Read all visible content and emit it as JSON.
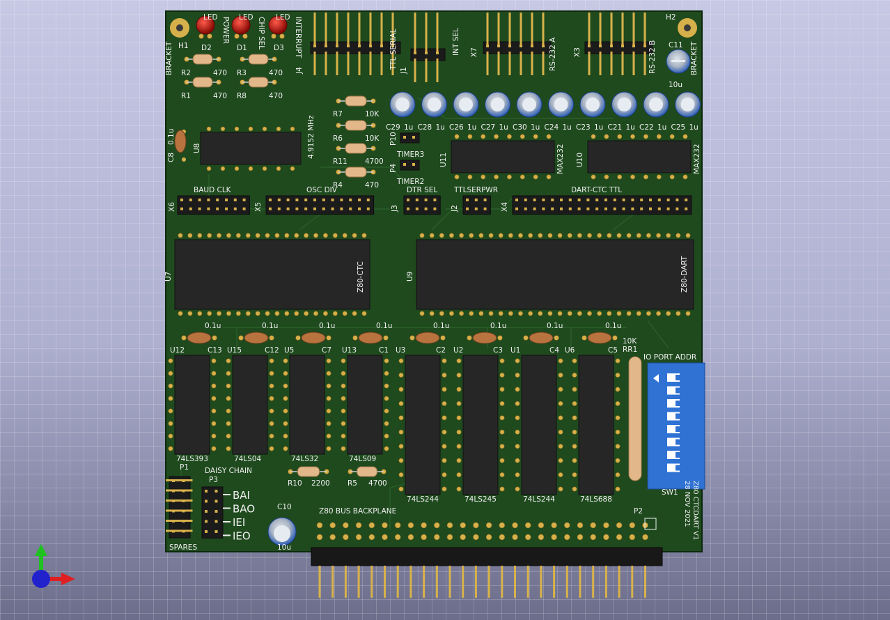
{
  "board": {
    "title": "Z80 CTCDART V1",
    "date": "28 NOV 2021",
    "bus_label": "Z80 BUS BACKPLANE",
    "colors": {
      "mask": "#1f4a1e",
      "silk": "#f0f0f0",
      "copper": "#d6b04a",
      "ic": "#262626",
      "dip": "#2f72d4"
    }
  },
  "leds": [
    {
      "ref": "D2",
      "label": "POWER",
      "kind": "LED"
    },
    {
      "ref": "D1",
      "label": "CHIP SEL",
      "kind": "LED"
    },
    {
      "ref": "D3",
      "label": "INTERRUPT",
      "kind": "LED"
    }
  ],
  "mounts": [
    {
      "ref": "H1",
      "label": "BRACKET"
    },
    {
      "ref": "H2",
      "label": "BRACKET"
    }
  ],
  "resistors_top": [
    {
      "ref": "R2",
      "value": "470"
    },
    {
      "ref": "R3",
      "value": "470"
    },
    {
      "ref": "R1",
      "value": "470"
    },
    {
      "ref": "R8",
      "value": "470"
    }
  ],
  "resistors_mid": [
    {
      "ref": "R7",
      "value": "10K"
    },
    {
      "ref": "R6",
      "value": "10K"
    },
    {
      "ref": "R11",
      "value": "4700"
    },
    {
      "ref": "R4",
      "value": "470"
    }
  ],
  "resistors_bottom": [
    {
      "ref": "R10",
      "value": "2200"
    },
    {
      "ref": "R5",
      "value": "4700"
    }
  ],
  "headers_top": [
    {
      "ref": "J4",
      "label": "TTL SERIAL"
    },
    {
      "ref": "J1",
      "label": "INT SEL"
    },
    {
      "ref": "X7",
      "label": "RS-232 A"
    },
    {
      "ref": "X3",
      "label": "RS-232 B"
    }
  ],
  "caps_1u": [
    {
      "ref": "C29",
      "value": "1u"
    },
    {
      "ref": "C28",
      "value": "1u"
    },
    {
      "ref": "C26",
      "value": "1u"
    },
    {
      "ref": "C27",
      "value": "1u"
    },
    {
      "ref": "C30",
      "value": "1u"
    },
    {
      "ref": "C24",
      "value": "1u"
    },
    {
      "ref": "C23",
      "value": "1u"
    },
    {
      "ref": "C21",
      "value": "1u"
    },
    {
      "ref": "C22",
      "value": "1u"
    },
    {
      "ref": "C25",
      "value": "1u"
    }
  ],
  "cap_c11": {
    "ref": "C11",
    "value": "10u"
  },
  "cap_c10": {
    "ref": "C10",
    "value": "10u"
  },
  "cap_c8": {
    "ref": "C8",
    "value": "0.1u"
  },
  "oscillator": {
    "ref": "U8",
    "value": "4.9152 MHz"
  },
  "timers": [
    {
      "ref": "P10",
      "label": "TIMER3"
    },
    {
      "ref": "P4",
      "label": "TIMER2"
    }
  ],
  "max232": [
    {
      "ref": "U11",
      "value": "MAX232"
    },
    {
      "ref": "U10",
      "value": "MAX232"
    }
  ],
  "jumper_blocks": [
    {
      "ref": "X6",
      "label": "BAUD CLK"
    },
    {
      "ref": "X5",
      "label": "OSC DIV"
    },
    {
      "ref": "J3",
      "label": "DTR SEL"
    },
    {
      "ref": "J2",
      "label": "TTLSERPWR"
    },
    {
      "ref": "X4",
      "label": "DART-CTC TTL"
    }
  ],
  "big_chips": [
    {
      "ref": "U7",
      "value": "Z80-CTC"
    },
    {
      "ref": "U9",
      "value": "Z80-DART"
    }
  ],
  "decoupling": [
    {
      "ref": "C13",
      "value": "0.1u"
    },
    {
      "ref": "C12",
      "value": "0.1u"
    },
    {
      "ref": "C7",
      "value": "0.1u"
    },
    {
      "ref": "C1",
      "value": "0.1u"
    },
    {
      "ref": "C2",
      "value": "0.1u"
    },
    {
      "ref": "C3",
      "value": "0.1u"
    },
    {
      "ref": "C4",
      "value": "0.1u"
    },
    {
      "ref": "C5",
      "value": "0.1u"
    }
  ],
  "logic_chips": [
    {
      "ref": "U12",
      "value": "74LS393"
    },
    {
      "ref": "U15",
      "value": "74LS04"
    },
    {
      "ref": "U5",
      "value": "74LS32"
    },
    {
      "ref": "U13",
      "value": "74LS09"
    },
    {
      "ref": "U3",
      "value": "74LS244"
    },
    {
      "ref": "U2",
      "value": "74LS245"
    },
    {
      "ref": "U1",
      "value": "74LS244"
    },
    {
      "ref": "U6",
      "value": "74LS688"
    }
  ],
  "resistor_network": {
    "ref": "RR1",
    "value": "10K"
  },
  "dip_switch": {
    "ref": "SW1",
    "label": "IO PORT ADDR"
  },
  "daisy": {
    "p1_ref": "P1",
    "p3_ref": "P3",
    "label": "DAISY CHAIN",
    "spares": "SPARES",
    "signals": [
      "BAI",
      "BAO",
      "IEI",
      "IEO"
    ]
  },
  "backplane_ref": "P2"
}
